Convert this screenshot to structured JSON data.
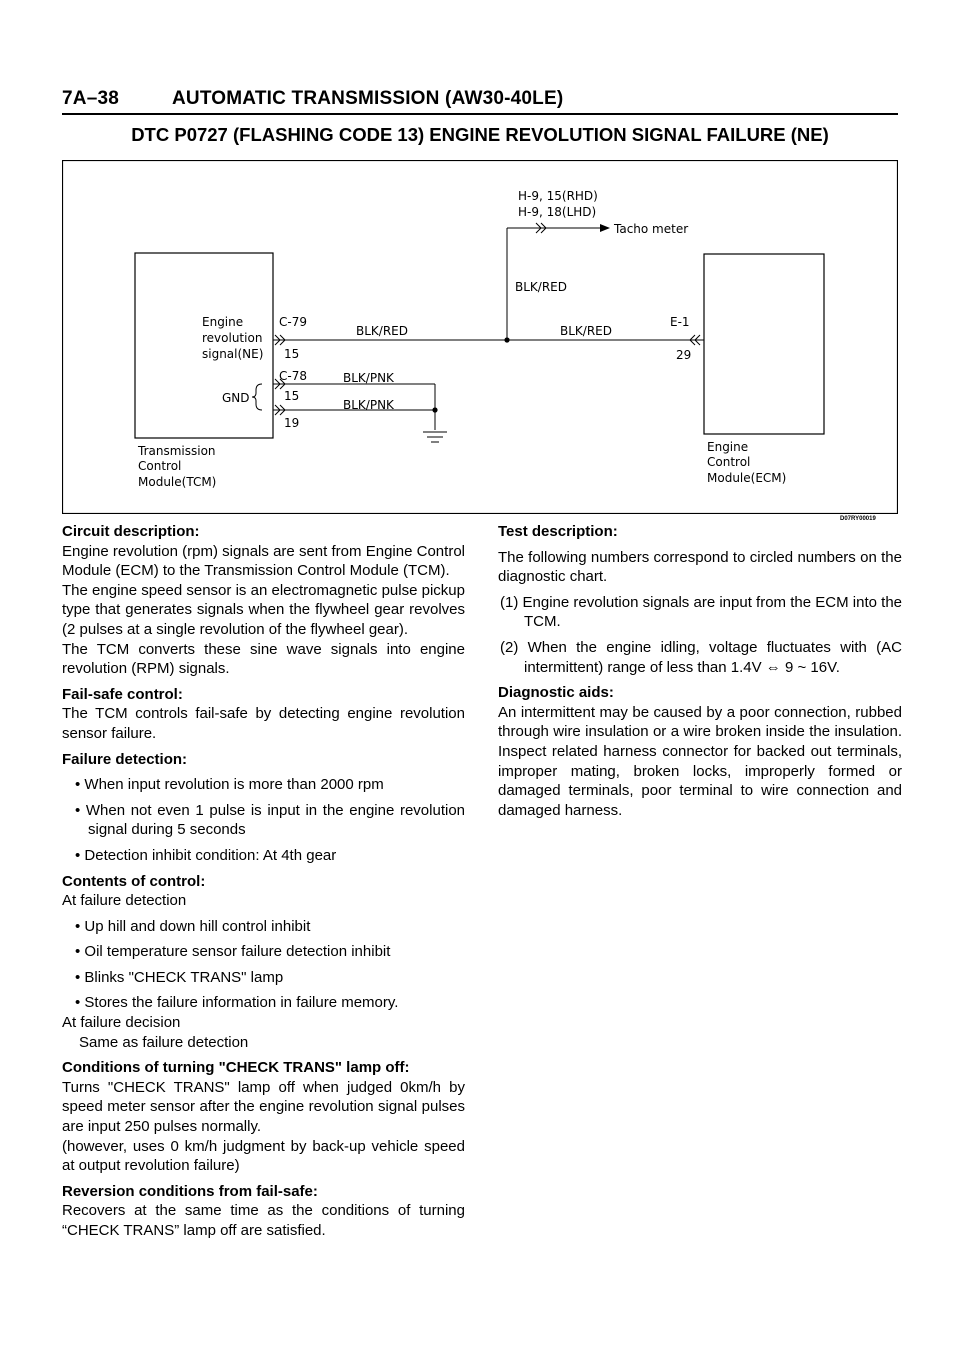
{
  "header": {
    "page_number": "7A–38",
    "section_title": "AUTOMATIC TRANSMISSION (AW30-40LE)"
  },
  "dtc_title": "DTC P0727 (FLASHING CODE 13) ENGINE REVOLUTION SIGNAL FAILURE (NE)",
  "diagram": {
    "connector_h9_rhd": "H-9, 15(RHD)",
    "connector_h9_lhd": "H-9, 18(LHD)",
    "tacho_meter": "Tacho meter",
    "wire_blk_red_vertical": "BLK/RED",
    "tcm_signal_line1": "Engine",
    "tcm_signal_line2": "revolution",
    "tcm_signal_line3": "signal(NE)",
    "connector_c79": "C-79",
    "pin_c79": "15",
    "wire_blk_red_left": "BLK/RED",
    "wire_blk_red_right": "BLK/RED",
    "connector_e1": "E-1",
    "pin_e1": "29",
    "connector_c78": "C-78",
    "pin_c78_a": "15",
    "pin_c78_b": "19",
    "wire_blk_pnk_a": "BLK/PNK",
    "wire_blk_pnk_b": "BLK/PNK",
    "gnd": "GND",
    "tcm_name_line1": "Transmission",
    "tcm_name_line2": "Control",
    "tcm_name_line3": "Module(TCM)",
    "ecm_name_line1": "Engine",
    "ecm_name_line2": "Control",
    "ecm_name_line3": "Module(ECM)",
    "figure_code": "D07RY00019"
  },
  "left": {
    "circuit_heading": "Circuit description:",
    "circuit_p1": "Engine revolution (rpm) signals are sent from Engine Control Module (ECM) to the Transmission Control Module (TCM).",
    "circuit_p2": "The engine speed sensor is an electromagnetic pulse pickup type that generates signals when the flywheel gear revolves (2 pulses at a single revolution of the flywheel gear).",
    "circuit_p3": "The TCM converts these sine wave signals into engine revolution (RPM) signals.",
    "failsafe_heading": "Fail-safe control:",
    "failsafe_text": "The TCM controls fail-safe by detecting engine revolution sensor failure.",
    "failure_heading": "Failure detection:",
    "failure_b1": "• When input revolution is more than 2000 rpm",
    "failure_b2": "• When not even 1 pulse is input in the engine revolution signal during 5 seconds",
    "failure_b3": "• Detection inhibit condition: At 4th gear",
    "contents_heading": "Contents of control:",
    "contents_sub1": "At failure detection",
    "contents_b1": "• Up hill and down hill control inhibit",
    "contents_b2": "• Oil temperature sensor failure detection inhibit",
    "contents_b3": "• Blinks \"CHECK TRANS\" lamp",
    "contents_b4": "• Stores the failure information in failure memory.",
    "contents_sub2": "At failure decision",
    "contents_sub2_text": "Same as failure detection",
    "lamp_heading": "Conditions of turning \"CHECK TRANS\" lamp off:",
    "lamp_p1": "Turns \"CHECK TRANS\" lamp off when judged 0km/h by speed meter sensor after the engine revolution signal pulses are input 250 pulses normally.",
    "lamp_p2": "(however, uses 0 km/h judgment by back-up vehicle speed at output revolution failure)",
    "reversion_heading": "Reversion conditions from fail-safe:",
    "reversion_text": "Recovers at the same time as the conditions of turning “CHECK TRANS” lamp off are satisfied."
  },
  "right": {
    "test_heading": "Test description:",
    "test_intro": "The following numbers correspond to circled numbers on the diagnostic chart.",
    "test_n1": "(1) Engine revolution signals are input from the ECM into the TCM.",
    "test_n2": "(2) When the engine idling, voltage fluctuates with (AC intermittent) range of less than 1.4V ⇔ 9 ~ 16V.",
    "aids_heading": "Diagnostic aids:",
    "aids_text": "An intermittent may be caused by a poor connection, rubbed through wire insulation or a wire broken inside the insulation. Inspect related harness connector for backed out terminals, improper mating, broken locks, improperly formed or damaged terminals, poor terminal to wire connection and damaged harness."
  }
}
